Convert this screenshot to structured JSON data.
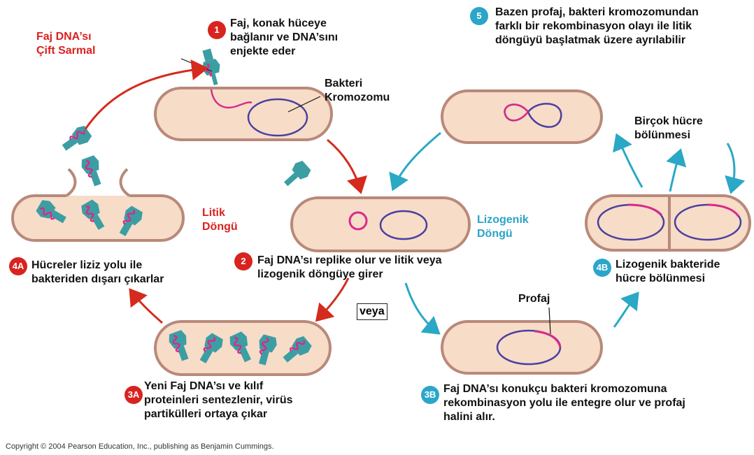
{
  "colors": {
    "cell_fill": "#f7dcc8",
    "cell_stroke": "#b8897a",
    "chromosome": "#4a3fa0",
    "phage_dna": "#d82a8c",
    "phage_coat": "#3b9ea3",
    "lytic_arrow": "#d42b1e",
    "lysogenic_arrow": "#2aa8c6"
  },
  "labels": {
    "phage_dna_double_helix": "Faj DNA’sı\nÇift Sarmal",
    "bacterial_chromosome": "Bakteri\nKromozomu",
    "lytic_cycle": "Litik\nDöngü",
    "lysogenic_cycle": "Lizogenik\nDöngü",
    "many_cell_divisions": "Birçok hücre\nbölünmesi",
    "prophage": "Profaj",
    "or": "veya",
    "copyright": "Copyright © 2004 Pearson Education, Inc., publishing as Benjamin Cummings."
  },
  "steps": {
    "s1": {
      "badge": "1",
      "text": "Faj, konak hüceye\nbağlanır ve DNA’sını\nenjekte eder"
    },
    "s2": {
      "badge": "2",
      "text": "Faj DNA’sı replike olur ve litik veya\nlizogenik döngüye girer"
    },
    "s3a": {
      "badge": "3A",
      "text": "Yeni Faj DNA’sı ve kılıf\nproteinleri sentezlenir, virüs\npartikülleri ortaya çıkar"
    },
    "s3b": {
      "badge": "3B",
      "text": "Faj DNA’sı konukçu bakteri kromozomuna\nrekombinasyon yolu ile entegre olur ve profaj\nhalini alır."
    },
    "s4a": {
      "badge": "4A",
      "text": "Hücreler liziz yolu ile\nbakteriden dışarı çıkarlar"
    },
    "s4b": {
      "badge": "4B",
      "text": "Lizogenik bakteride\nhücre bölünmesi"
    },
    "s5": {
      "badge": "5",
      "text": "Bazen profaj, bakteri kromozomundan\nfarklı bir rekombinasyon olayı ile litik\ndöngüyü başlatmak üzere ayrılabilir"
    }
  }
}
